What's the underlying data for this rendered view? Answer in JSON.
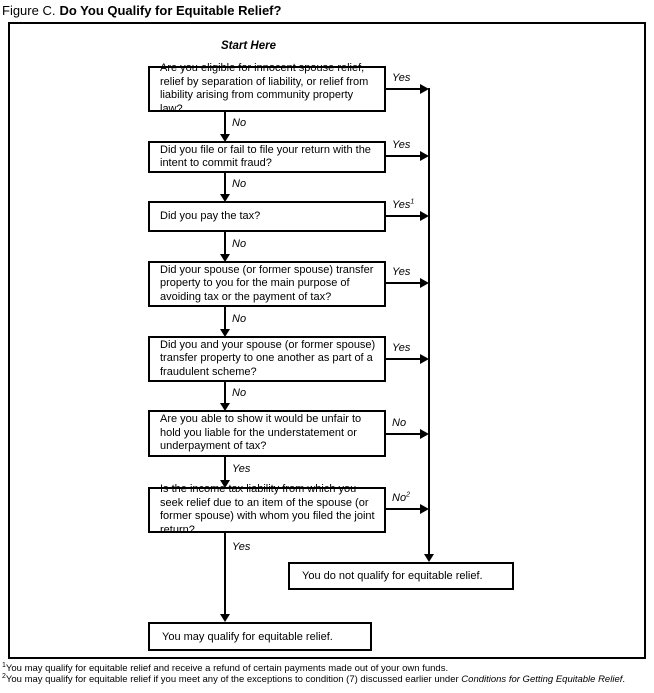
{
  "title": {
    "prefix": "Figure C.",
    "main": "Do You Qualify for Equitable Relief?"
  },
  "start_label": "Start Here",
  "colors": {
    "line": "#000000",
    "background": "#ffffff"
  },
  "questions": [
    {
      "text": "Are you eligible for innocent spouse relief, relief by separation of liability, or relief from liability arising from community property law?",
      "branch_label": "Yes",
      "branch_sup": "",
      "down_label": "No"
    },
    {
      "text": "Did you file or fail to file your return with the intent to commit fraud?",
      "branch_label": "Yes",
      "branch_sup": "",
      "down_label": "No"
    },
    {
      "text": "Did you pay the tax?",
      "branch_label": "Yes",
      "branch_sup": "1",
      "down_label": "No"
    },
    {
      "text": "Did your spouse (or former spouse) transfer property to you for the main purpose of avoiding tax or the payment of tax?",
      "branch_label": "Yes",
      "branch_sup": "",
      "down_label": "No"
    },
    {
      "text": "Did you and your spouse (or former spouse) transfer property to one another as part of a fraudulent scheme?",
      "branch_label": "Yes",
      "branch_sup": "",
      "down_label": "No"
    },
    {
      "text": "Are you able to show it would be unfair to hold you liable for the understatement or underpayment of tax?",
      "branch_label": "No",
      "branch_sup": "",
      "down_label": "Yes"
    },
    {
      "text": "Is the income tax liability from which you seek relief due to an item of the spouse (or former spouse) with whom you filed the joint return?",
      "branch_label": "No",
      "branch_sup": "2",
      "down_label": "Yes"
    }
  ],
  "outcomes": {
    "not_qualify": "You do not qualify for equitable relief.",
    "may_qualify": "You may qualify for equitable relief."
  },
  "footnotes": [
    {
      "sup": "1",
      "text": "You may qualify for equitable relief and receive a refund of certain payments made out of your own funds.",
      "italic": "",
      "suffix": ""
    },
    {
      "sup": "2",
      "text": "You may qualify for equitable relief if you meet any of the exceptions to condition (7) discussed earlier under ",
      "italic": "Conditions for Getting Equitable Relief",
      "suffix": "."
    }
  ]
}
